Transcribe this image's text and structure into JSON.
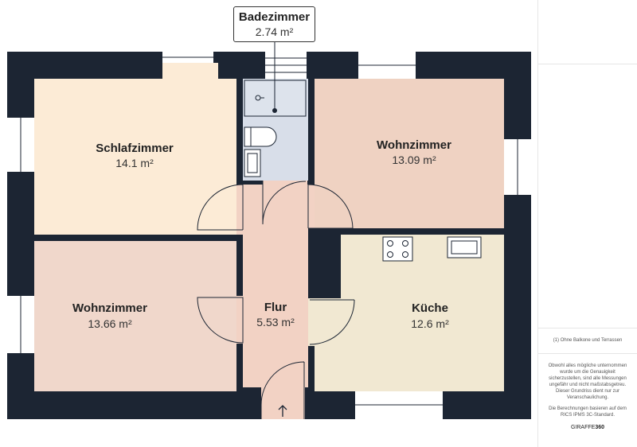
{
  "rooms": {
    "schlafzimmer": {
      "name": "Schlafzimmer",
      "area": "14.1 m²",
      "color": "#fcebd6"
    },
    "wohnzimmer_oben": {
      "name": "Wohnzimmer",
      "area": "13.09 m²",
      "color": "#efd2c2"
    },
    "wohnzimmer_unten": {
      "name": "Wohnzimmer",
      "area": "13.66 m²",
      "color": "#f0d7cb"
    },
    "flur": {
      "name": "Flur",
      "area": "5.53 m²",
      "color": "#f2d2c4"
    },
    "kueche": {
      "name": "Küche",
      "area": "12.6 m²",
      "color": "#f1e8d2"
    },
    "badezimmer": {
      "name": "Badezimmer",
      "area": "2.74 m²",
      "color": "#d8dee9"
    }
  },
  "sidebar": {
    "footnote": "(1) Ohne Balkone und Terrassen",
    "disclaimer": "Obwohl alles mögliche unternommen wurde um die Genauigkeit sicherzustellen, sind alle Messungen ungefähr und nicht maßstabsgetreu. Dieser Grundriss dient nur zur Veranschaulichung.",
    "standard": "Die Berechnungen basieren auf dem RICS IPMS 3C-Standard.",
    "brand_light": "GIRAFFE",
    "brand_bold": "360"
  },
  "colors": {
    "wall": "#1c2533",
    "window": "#ffffff",
    "line": "#1c2533"
  }
}
